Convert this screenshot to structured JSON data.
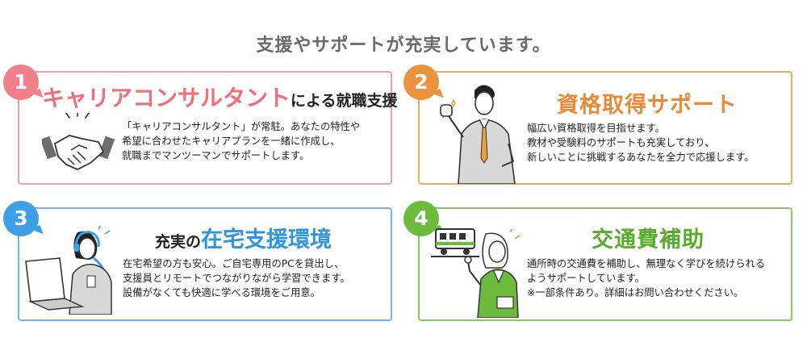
{
  "headline": "支援やサポートが充実しています。",
  "cards": [
    {
      "number": "1",
      "title_accent": "キャリアコンサルタント",
      "title_rest": "による就職支援",
      "lines": [
        "「キャリアコンサルタント」が常駐。あなたの特性や",
        "希望に合わせたキャリアプランを一緒に作成し、",
        "就職までマンツーマンでサポートします。"
      ],
      "illustration": "handshake-icon",
      "color": "#ef6f7d"
    },
    {
      "number": "2",
      "title": "資格取得サポート",
      "lines": [
        "幅広い資格取得を目指せます。",
        "教材や受験料のサポートも充実しており、",
        "新しいことに挑戦するあなたを全力で応援します。"
      ],
      "illustration": "businessman-fist-pump",
      "color": "#ea8a37"
    },
    {
      "number": "3",
      "title_rest": "充実の",
      "title_accent": "在宅支援環境",
      "lines": [
        "在宅希望の方も安心。ご自宅専用のPCを貸出し、",
        "支援員とリモートでつながりながら学習できます。",
        "設備がなくても快適に学べる環境をご用意。"
      ],
      "illustration": "headset-worker-laptop",
      "color": "#2f95e0"
    },
    {
      "number": "4",
      "title": "交通費補助",
      "lines": [
        "通所時の交通費を補助し、無理なく学びを続けられる",
        "ようサポートしています。",
        "※一部条件あり。詳細はお問い合わせください。"
      ],
      "illustration": "train-and-woman",
      "color": "#58ac2c"
    }
  ]
}
